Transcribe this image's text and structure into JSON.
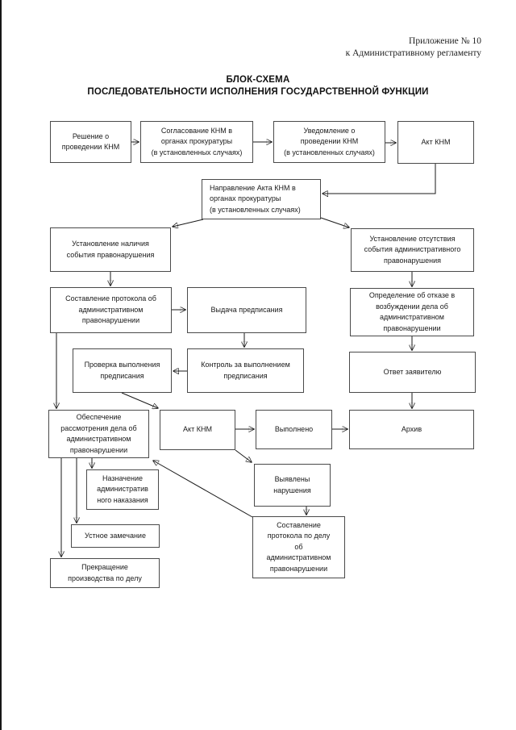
{
  "page": {
    "annotation": [
      "Приложение № 10",
      "к Административному регламенту"
    ],
    "title": [
      "БЛОК-СХЕМА",
      "ПОСЛЕДОВАТЕЛЬНОСТИ ИСПОЛНЕНИЯ ГОСУДАРСТВЕННОЙ ФУНКЦИИ"
    ]
  },
  "colors": {
    "background": "#ffffff",
    "box_border": "#4a4a4a",
    "text": "#1a1a1a",
    "connector": "#1a1a1a"
  },
  "nodes": {
    "reshenie": {
      "label": "Решение о\nпроведении КНМ"
    },
    "soglasovanie": {
      "label": "Согласование КНМ в\nорганах прокуратуры\n(в установленных случаях)"
    },
    "uvedomlenie": {
      "label": "Уведомление о\nпроведении КНМ\n(в установленных случаях)"
    },
    "akt_knm_1": {
      "label": "Акт КНМ"
    },
    "napravlenie": {
      "label": "Направление Акта КНМ в\nорганах прокуратуры\n(в установленных случаях)"
    },
    "ustanovlenie_nalichiya": {
      "label": "Установление наличия\nсобытия правонарушения"
    },
    "ustanovlenie_otsutstviya": {
      "label": "Установление отсутствия\nсобытия административного\nправонарушения"
    },
    "sostavlenie_protokola": {
      "label": "Составление протокола об\nадминистративном\nправонарушении"
    },
    "vydacha_predpisaniya": {
      "label": "Выдача предписания"
    },
    "opredelenie_ob_otkaze": {
      "label": "Определение об отказе в\nвозбуждении дела об\nадминистративном\nправонарушении"
    },
    "proverka_vypolneniya": {
      "label": "Проверка выполнения\nпредписания"
    },
    "kontrol_za_vypolneniem": {
      "label": "Контроль за выполнением\nпредписания"
    },
    "otvet_zayavitelyu": {
      "label": "Ответ заявителю"
    },
    "obespechenie_rassmotreniya": {
      "label": "Обеспечение\nрассмотрения дела об\nадминистративном\nправонарушении"
    },
    "akt_knm_2": {
      "label": "Акт КНМ"
    },
    "vypolneno": {
      "label": "Выполнено"
    },
    "arhiv": {
      "label": "Архив"
    },
    "naznachenie_nakazaniya": {
      "label": "Назначение\nадминистратив\nного наказания"
    },
    "vyyavleny_narusheniya": {
      "label": "Выявлены\nнарушения"
    },
    "ustnoe_zamechanie": {
      "label": "Устное замечание"
    },
    "prekrashchenie_proizvodstva": {
      "label": "Прекращение\nпроизводства по делу"
    },
    "sostavlenie_protokola_po_delu": {
      "label": "Составление\nпротокола по делу\nоб\nадминистративном\nправонарушении"
    }
  }
}
